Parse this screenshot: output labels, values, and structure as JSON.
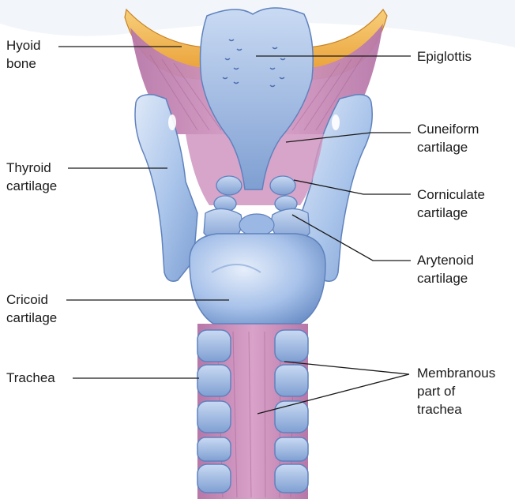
{
  "labels": {
    "hyoid_bone": [
      "Hyoid",
      "bone"
    ],
    "epiglottis": [
      "Epiglottis"
    ],
    "thyroid_cartilage": [
      "Thyroid",
      "cartilage"
    ],
    "cuneiform_cartilage": [
      "Cuneiform",
      "cartilage"
    ],
    "corniculate_cartilage": [
      "Corniculate",
      "cartilage"
    ],
    "arytenoid_cartilage": [
      "Arytenoid",
      "cartilage"
    ],
    "cricoid_cartilage": [
      "Cricoid",
      "cartilage"
    ],
    "trachea": [
      "Trachea"
    ],
    "membranous_part": [
      "Membranous",
      "part of",
      "trachea"
    ]
  },
  "colors": {
    "background": "#ffffff",
    "muscle": "#c78cb8",
    "cartilage": "#a9c4ea",
    "cartilage_dark": "#6f92c9",
    "hyoid": "#f1b24a",
    "text": "#1a1a1a"
  }
}
